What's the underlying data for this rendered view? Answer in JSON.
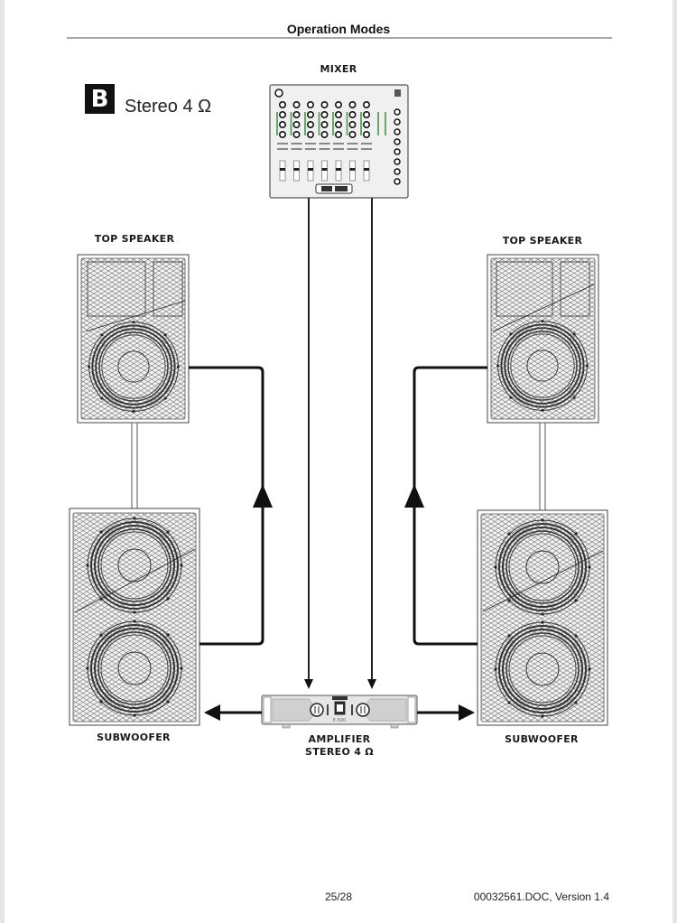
{
  "page": {
    "title": "Operation Modes",
    "mode_letter": "B",
    "mode_label": "Stereo 4 Ω"
  },
  "diagram": {
    "mixer_label": "MIXER",
    "top_speaker_left_label": "TOP SPEAKER",
    "top_speaker_right_label": "TOP SPEAKER",
    "subwoofer_left_label": "SUBWOOFER",
    "subwoofer_right_label": "SUBWOOFER",
    "amplifier_label_line1": "AMPLIFIER",
    "amplifier_label_line2": "STEREO 4 Ω",
    "amplifier_model": "E-500"
  },
  "footer": {
    "page_number": "25/28",
    "doc_ref": "00032561.DOC, Version 1.4"
  }
}
